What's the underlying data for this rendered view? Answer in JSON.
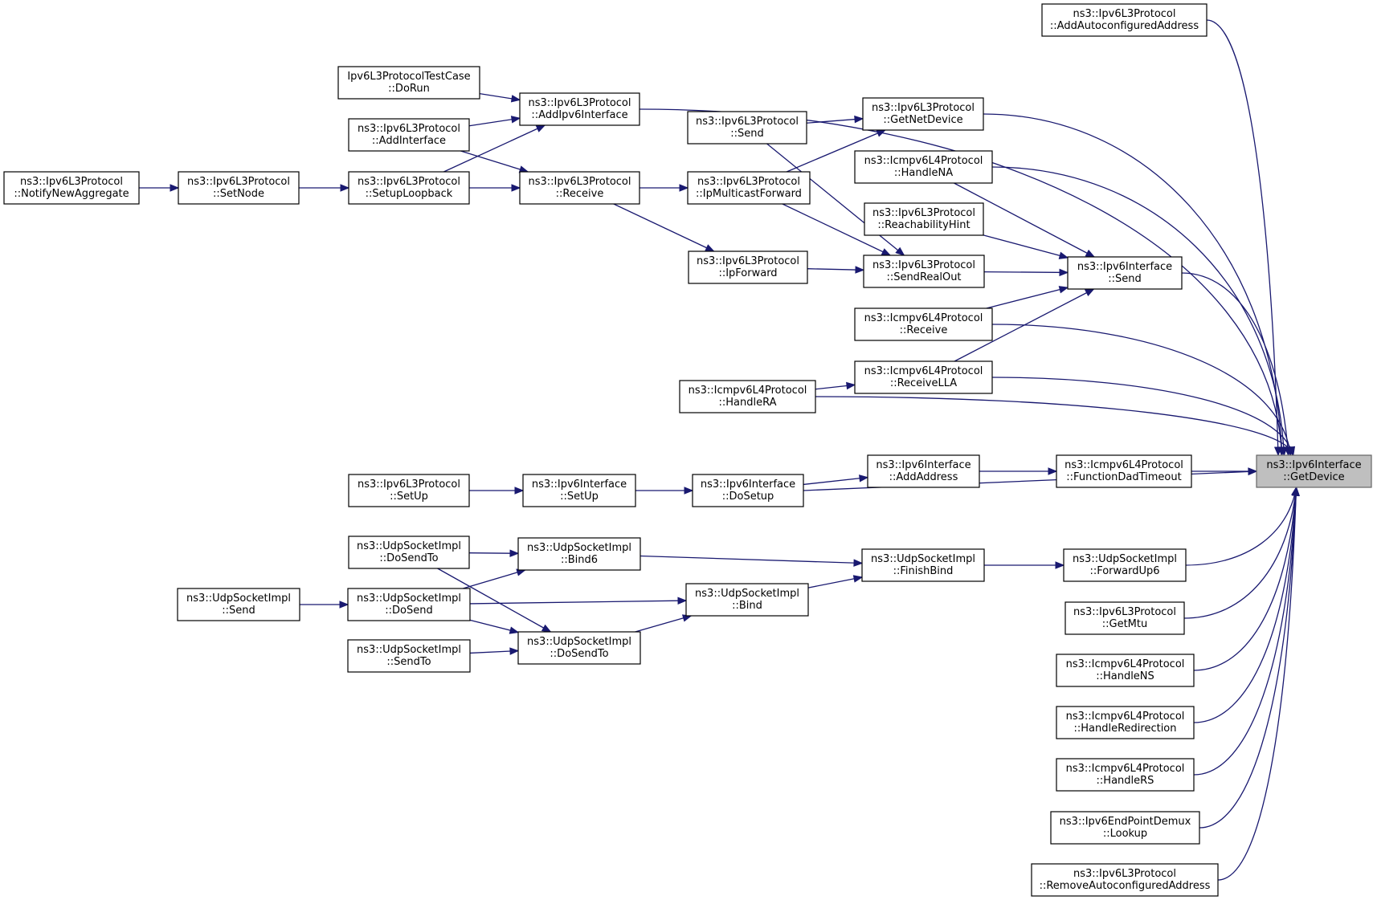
{
  "diagram": {
    "type": "caller-graph",
    "colors": {
      "edge": "#191970",
      "node_border": "#000000",
      "node_fill": "#ffffff",
      "focus_fill": "#bfbfbf",
      "focus_border": "#666666"
    },
    "nodes": [
      {
        "id": "getdevice",
        "lines": [
          "ns3::Ipv6Interface",
          "::GetDevice"
        ],
        "focus": true
      },
      {
        "id": "addautoaddr",
        "lines": [
          "ns3::Ipv6L3Protocol",
          "::AddAutoconfiguredAddress"
        ]
      },
      {
        "id": "testcase",
        "lines": [
          "Ipv6L3ProtocolTestCase",
          "::DoRun"
        ]
      },
      {
        "id": "addipv6if",
        "lines": [
          "ns3::Ipv6L3Protocol",
          "::AddIpv6Interface"
        ]
      },
      {
        "id": "getnetdev",
        "lines": [
          "ns3::Ipv6L3Protocol",
          "::GetNetDevice"
        ]
      },
      {
        "id": "l3send",
        "lines": [
          "ns3::Ipv6L3Protocol",
          "::Send"
        ]
      },
      {
        "id": "addinterface",
        "lines": [
          "ns3::Ipv6L3Protocol",
          "::AddInterface"
        ]
      },
      {
        "id": "handlena",
        "lines": [
          "ns3::Icmpv6L4Protocol",
          "::HandleNA"
        ]
      },
      {
        "id": "notifyagg",
        "lines": [
          "ns3::Ipv6L3Protocol",
          "::NotifyNewAggregate"
        ]
      },
      {
        "id": "setnode",
        "lines": [
          "ns3::Ipv6L3Protocol",
          "::SetNode"
        ]
      },
      {
        "id": "setuploop",
        "lines": [
          "ns3::Ipv6L3Protocol",
          "::SetupLoopback"
        ]
      },
      {
        "id": "receive",
        "lines": [
          "ns3::Ipv6L3Protocol",
          "::Receive"
        ]
      },
      {
        "id": "ipmcast",
        "lines": [
          "ns3::Ipv6L3Protocol",
          "::IpMulticastForward"
        ]
      },
      {
        "id": "reachhint",
        "lines": [
          "ns3::Ipv6L3Protocol",
          "::ReachabilityHint"
        ]
      },
      {
        "id": "ifsend",
        "lines": [
          "ns3::Ipv6Interface",
          "::Send"
        ]
      },
      {
        "id": "ipforward",
        "lines": [
          "ns3::Ipv6L3Protocol",
          "::IpForward"
        ]
      },
      {
        "id": "sendrealout",
        "lines": [
          "ns3::Ipv6L3Protocol",
          "::SendRealOut"
        ]
      },
      {
        "id": "icmpreceive",
        "lines": [
          "ns3::Icmpv6L4Protocol",
          "::Receive"
        ]
      },
      {
        "id": "receivella",
        "lines": [
          "ns3::Icmpv6L4Protocol",
          "::ReceiveLLA"
        ]
      },
      {
        "id": "handlera",
        "lines": [
          "ns3::Icmpv6L4Protocol",
          "::HandleRA"
        ]
      },
      {
        "id": "addaddress",
        "lines": [
          "ns3::Ipv6Interface",
          "::AddAddress"
        ]
      },
      {
        "id": "dadtimeout",
        "lines": [
          "ns3::Icmpv6L4Protocol",
          "::FunctionDadTimeout"
        ]
      },
      {
        "id": "l3setup",
        "lines": [
          "ns3::Ipv6L3Protocol",
          "::SetUp"
        ]
      },
      {
        "id": "ifsetup",
        "lines": [
          "ns3::Ipv6Interface",
          "::SetUp"
        ]
      },
      {
        "id": "dosetup",
        "lines": [
          "ns3::Ipv6Interface",
          "::DoSetup"
        ]
      },
      {
        "id": "dosendto1",
        "lines": [
          "ns3::UdpSocketImpl",
          "::DoSendTo"
        ]
      },
      {
        "id": "bind6",
        "lines": [
          "ns3::UdpSocketImpl",
          "::Bind6"
        ]
      },
      {
        "id": "finishbind",
        "lines": [
          "ns3::UdpSocketImpl",
          "::FinishBind"
        ]
      },
      {
        "id": "forwardup6",
        "lines": [
          "ns3::UdpSocketImpl",
          "::ForwardUp6"
        ]
      },
      {
        "id": "udpsend",
        "lines": [
          "ns3::UdpSocketImpl",
          "::Send"
        ]
      },
      {
        "id": "dosend",
        "lines": [
          "ns3::UdpSocketImpl",
          "::DoSend"
        ]
      },
      {
        "id": "bind",
        "lines": [
          "ns3::UdpSocketImpl",
          "::Bind"
        ]
      },
      {
        "id": "getmtu",
        "lines": [
          "ns3::Ipv6L3Protocol",
          "::GetMtu"
        ]
      },
      {
        "id": "sendto",
        "lines": [
          "ns3::UdpSocketImpl",
          "::SendTo"
        ]
      },
      {
        "id": "dosendto2",
        "lines": [
          "ns3::UdpSocketImpl",
          "::DoSendTo"
        ]
      },
      {
        "id": "handlens",
        "lines": [
          "ns3::Icmpv6L4Protocol",
          "::HandleNS"
        ]
      },
      {
        "id": "handleredir",
        "lines": [
          "ns3::Icmpv6L4Protocol",
          "::HandleRedirection"
        ]
      },
      {
        "id": "handlers",
        "lines": [
          "ns3::Icmpv6L4Protocol",
          "::HandleRS"
        ]
      },
      {
        "id": "lookup",
        "lines": [
          "ns3::Ipv6EndPointDemux",
          "::Lookup"
        ]
      },
      {
        "id": "removeautoaddr",
        "lines": [
          "ns3::Ipv6L3Protocol",
          "::RemoveAutoconfiguredAddress"
        ]
      }
    ],
    "edges": [
      [
        "addautoaddr",
        "getdevice"
      ],
      [
        "addipv6if",
        "getdevice"
      ],
      [
        "getnetdev",
        "getdevice"
      ],
      [
        "handlena",
        "getdevice"
      ],
      [
        "ifsend",
        "getdevice"
      ],
      [
        "icmpreceive",
        "getdevice"
      ],
      [
        "receivella",
        "getdevice"
      ],
      [
        "handlera",
        "getdevice"
      ],
      [
        "dadtimeout",
        "getdevice"
      ],
      [
        "dosetup",
        "getdevice"
      ],
      [
        "forwardup6",
        "getdevice"
      ],
      [
        "getmtu",
        "getdevice"
      ],
      [
        "handlens",
        "getdevice"
      ],
      [
        "handleredir",
        "getdevice"
      ],
      [
        "handlers",
        "getdevice"
      ],
      [
        "lookup",
        "getdevice"
      ],
      [
        "removeautoaddr",
        "getdevice"
      ],
      [
        "testcase",
        "addipv6if"
      ],
      [
        "addinterface",
        "addipv6if"
      ],
      [
        "setuploop",
        "addipv6if"
      ],
      [
        "notifyagg",
        "setnode"
      ],
      [
        "setnode",
        "setuploop"
      ],
      [
        "setuploop",
        "receive"
      ],
      [
        "addinterface",
        "receive"
      ],
      [
        "receive",
        "ipmcast"
      ],
      [
        "receive",
        "ipforward"
      ],
      [
        "l3send",
        "getnetdev"
      ],
      [
        "ipmcast",
        "getnetdev"
      ],
      [
        "l3send",
        "sendrealout"
      ],
      [
        "ipmcast",
        "sendrealout"
      ],
      [
        "ipforward",
        "sendrealout"
      ],
      [
        "handlena",
        "ifsend"
      ],
      [
        "reachhint",
        "ifsend"
      ],
      [
        "sendrealout",
        "ifsend"
      ],
      [
        "icmpreceive",
        "ifsend"
      ],
      [
        "receivella",
        "ifsend"
      ],
      [
        "handlera",
        "receivella"
      ],
      [
        "dosetup",
        "addaddress"
      ],
      [
        "addaddress",
        "dadtimeout"
      ],
      [
        "l3setup",
        "ifsetup"
      ],
      [
        "ifsetup",
        "dosetup"
      ],
      [
        "finishbind",
        "forwardup6"
      ],
      [
        "bind6",
        "finishbind"
      ],
      [
        "bind",
        "finishbind"
      ],
      [
        "dosendto1",
        "bind6"
      ],
      [
        "dosend",
        "bind6"
      ],
      [
        "dosend",
        "bind"
      ],
      [
        "dosendto2",
        "bind"
      ],
      [
        "udpsend",
        "dosend"
      ],
      [
        "dosend",
        "dosendto2"
      ],
      [
        "dosendto1",
        "dosendto2"
      ],
      [
        "sendto",
        "dosendto2"
      ]
    ]
  }
}
